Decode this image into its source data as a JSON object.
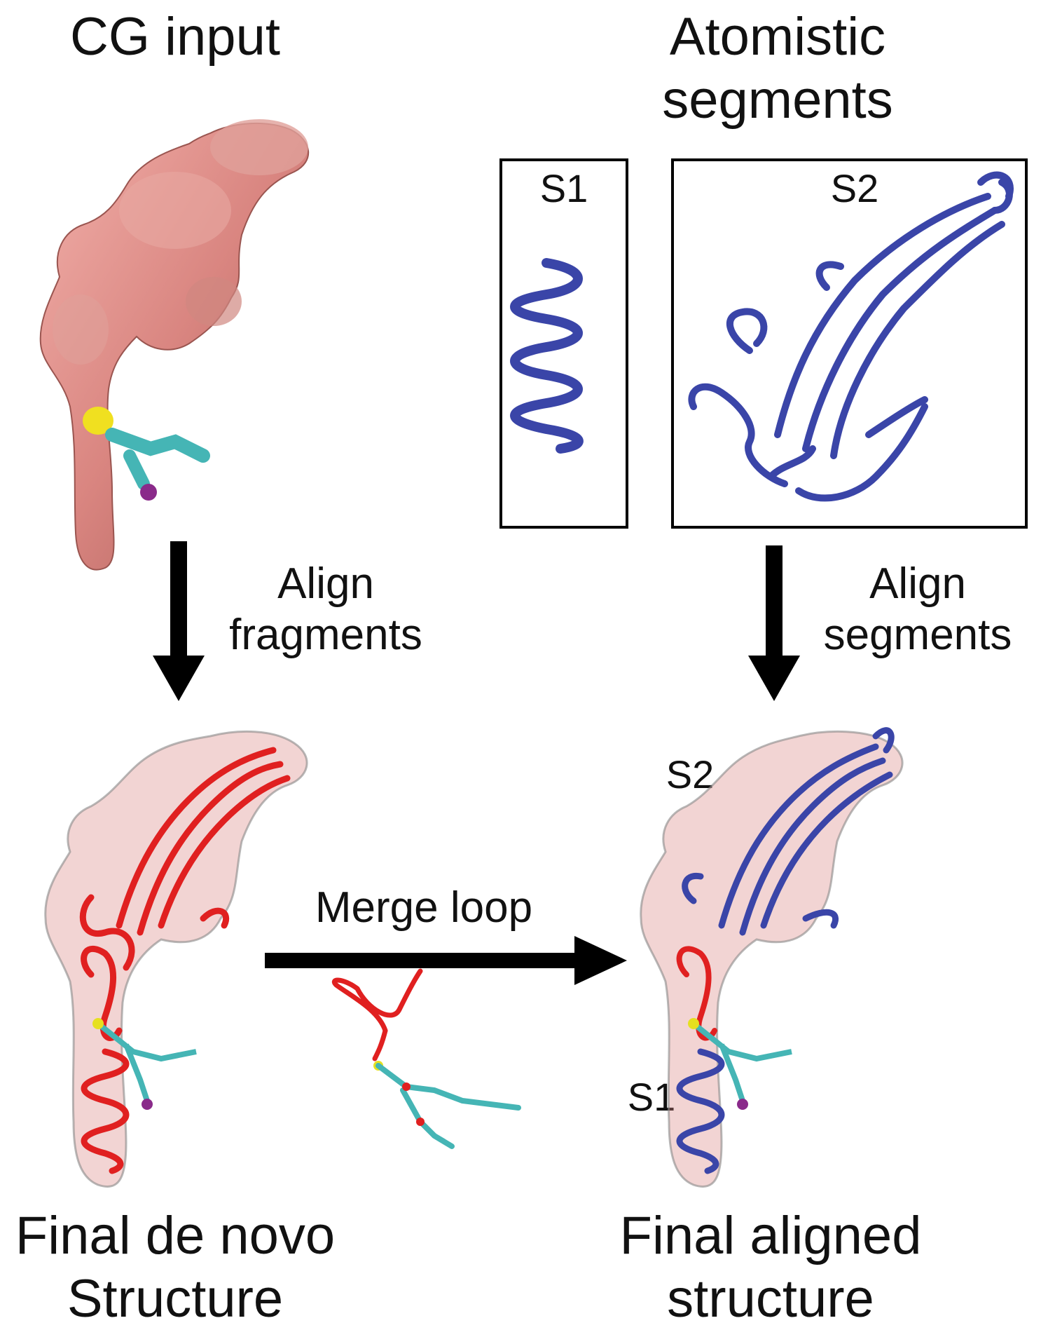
{
  "panels": {
    "cg_input": {
      "title": "CG input"
    },
    "atomistic": {
      "title_line1": "Atomistic",
      "title_line2": "segments"
    },
    "segments": [
      {
        "label": "S1"
      },
      {
        "label": "S2"
      }
    ],
    "final_de_novo": {
      "title_line1": "Final de novo",
      "title_line2": "Structure"
    },
    "final_aligned": {
      "title_line1": "Final aligned",
      "title_line2": "structure",
      "segment_labels": [
        "S2",
        "S1"
      ]
    }
  },
  "arrows": {
    "align_fragments": {
      "line1": "Align",
      "line2": "fragments"
    },
    "align_segments": {
      "line1": "Align",
      "line2": "segments"
    },
    "merge_loop": {
      "label": "Merge loop"
    }
  },
  "colors": {
    "cg_surface": "#d98580",
    "segment_ribbon": "#3a45a8",
    "denovo_ribbon": "#e02020",
    "lipid_tail": "#45b5b5",
    "sulfur": "#e6e020",
    "ion": "#8a2a8a"
  }
}
